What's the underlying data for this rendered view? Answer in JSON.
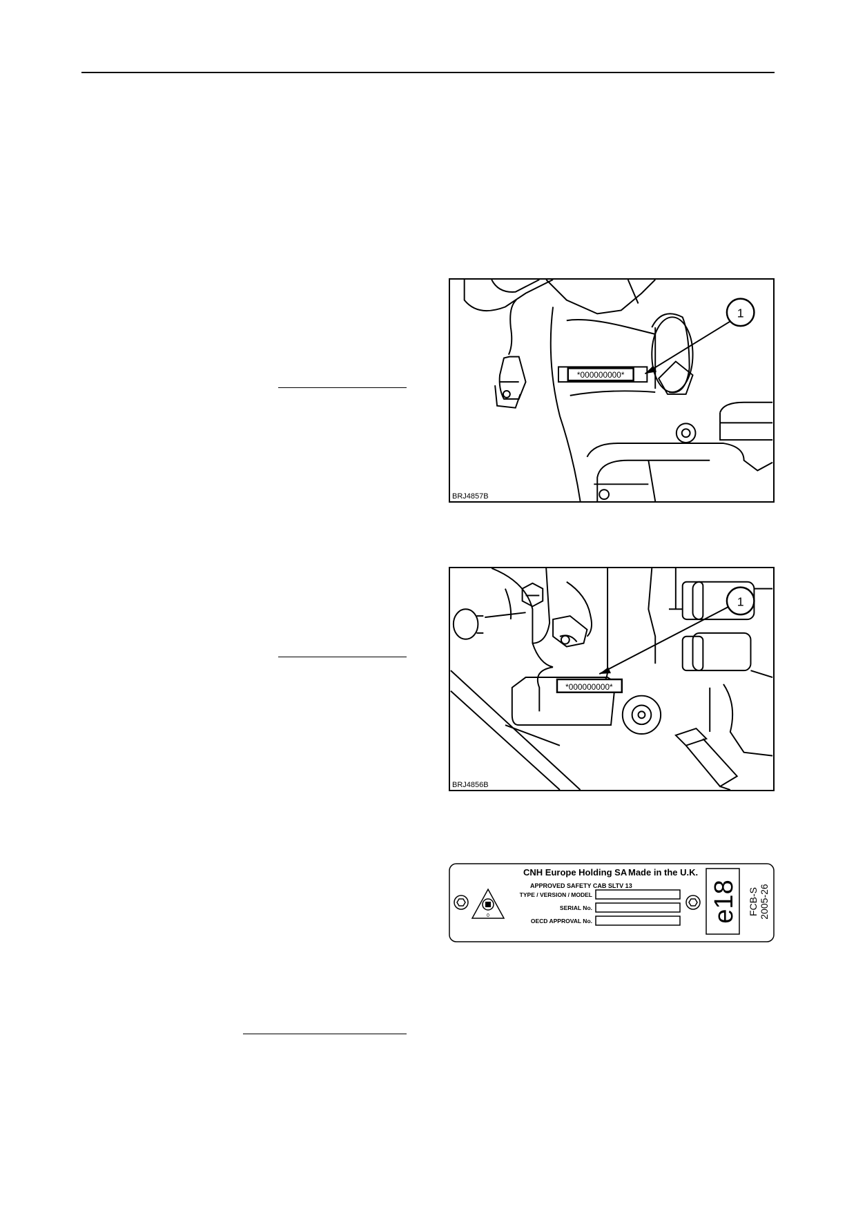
{
  "figures": [
    {
      "code": "BRJ4857B",
      "callout": "1",
      "serial_label": "*000000000*"
    },
    {
      "code": "BRJ4856B",
      "callout": "1",
      "serial_label": "*000000000*"
    }
  ],
  "plate": {
    "company": "CNH Europe Holding SA",
    "origin": "Made in the U.K.",
    "approval": "APPROVED SAFETY CAB SLTV  13",
    "rows": [
      "TYPE / VERSION / MODEL",
      "SERIAL No.",
      "OECD APPROVAL No."
    ],
    "mark": "e18",
    "code_line1": "FCB-S",
    "code_line2": "2005-26",
    "symbol_digit": "0"
  }
}
